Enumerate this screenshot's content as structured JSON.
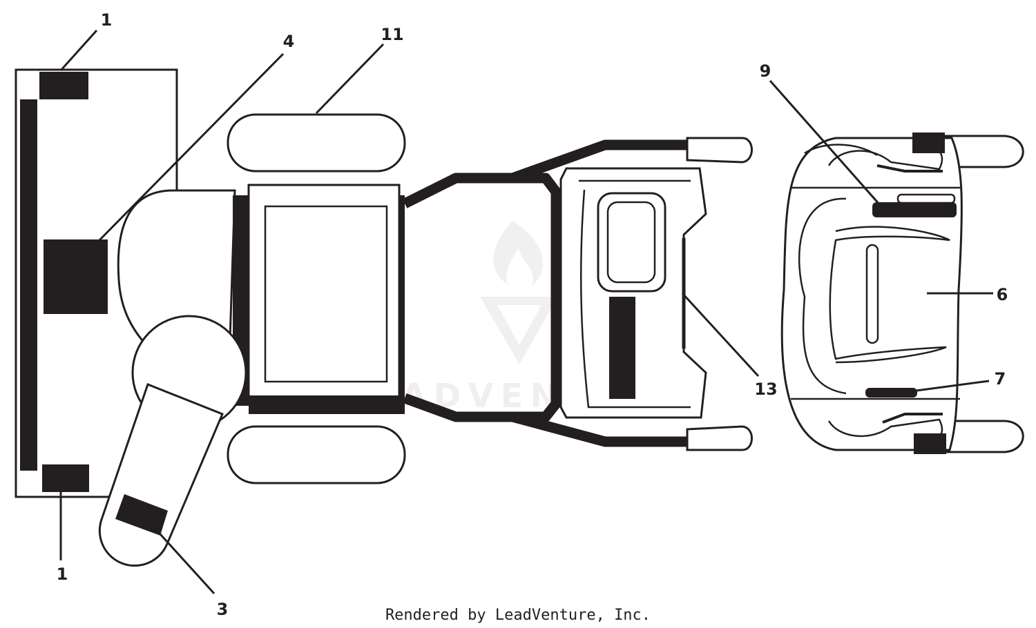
{
  "callouts": {
    "c1_top": "1",
    "c1_bottom": "1",
    "c3": "3",
    "c4": "4",
    "c6": "6",
    "c7": "7",
    "c9": "9",
    "c11": "11",
    "c13": "13"
  },
  "footer": {
    "credit": "Rendered by LeadVenture, Inc."
  },
  "watermark": {
    "text": "LEADVENTURE"
  }
}
